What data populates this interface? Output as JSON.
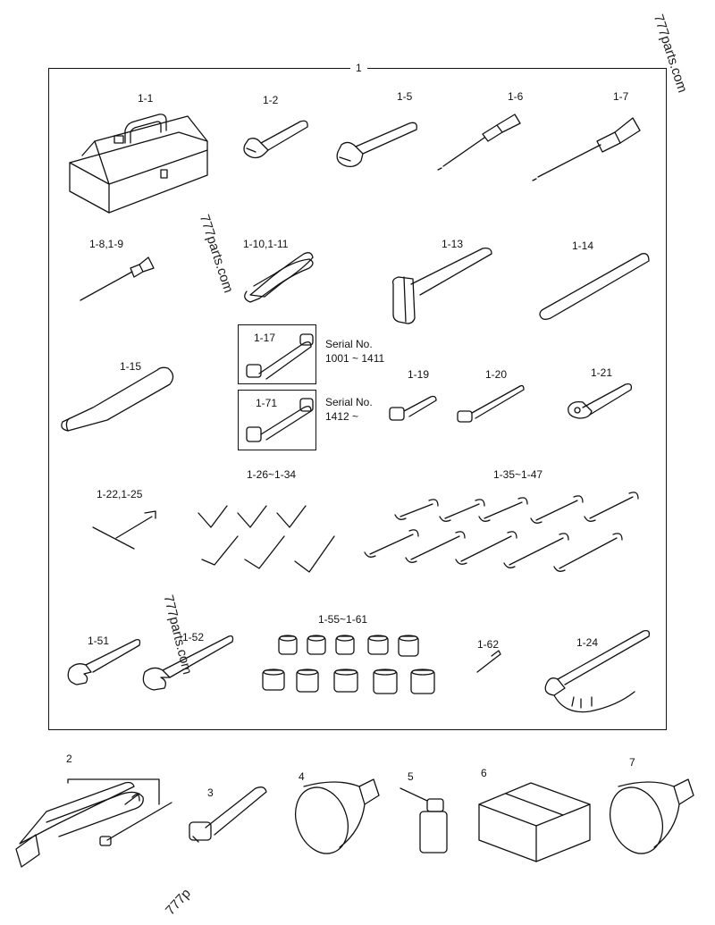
{
  "watermark": "777parts.com",
  "watermark_partial": "777p",
  "group_label": "1",
  "parts": {
    "p1_1": "1-1",
    "p1_2": "1-2",
    "p1_5": "1-5",
    "p1_6": "1-6",
    "p1_7": "1-7",
    "p1_8": "1-8,1-9",
    "p1_10": "1-10,1-11",
    "p1_13": "1-13",
    "p1_14": "1-14",
    "p1_15": "1-15",
    "p1_17": "1-17",
    "p1_71": "1-71",
    "p1_19": "1-19",
    "p1_20": "1-20",
    "p1_21": "1-21",
    "p1_22": "1-22,1-25",
    "p1_26": "1-26~1-34",
    "p1_35": "1-35~1-47",
    "p1_51": "1-51",
    "p1_52": "1-52",
    "p1_55": "1-55~1-61",
    "p1_62": "1-62",
    "p1_24": "1-24",
    "p2": "2",
    "p3": "3",
    "p4": "4",
    "p5": "5",
    "p6": "6",
    "p7": "7"
  },
  "serials": {
    "s1_title": "Serial No.",
    "s1_range": "1001 ~ 1411",
    "s2_title": "Serial No.",
    "s2_range": "1412 ~"
  }
}
